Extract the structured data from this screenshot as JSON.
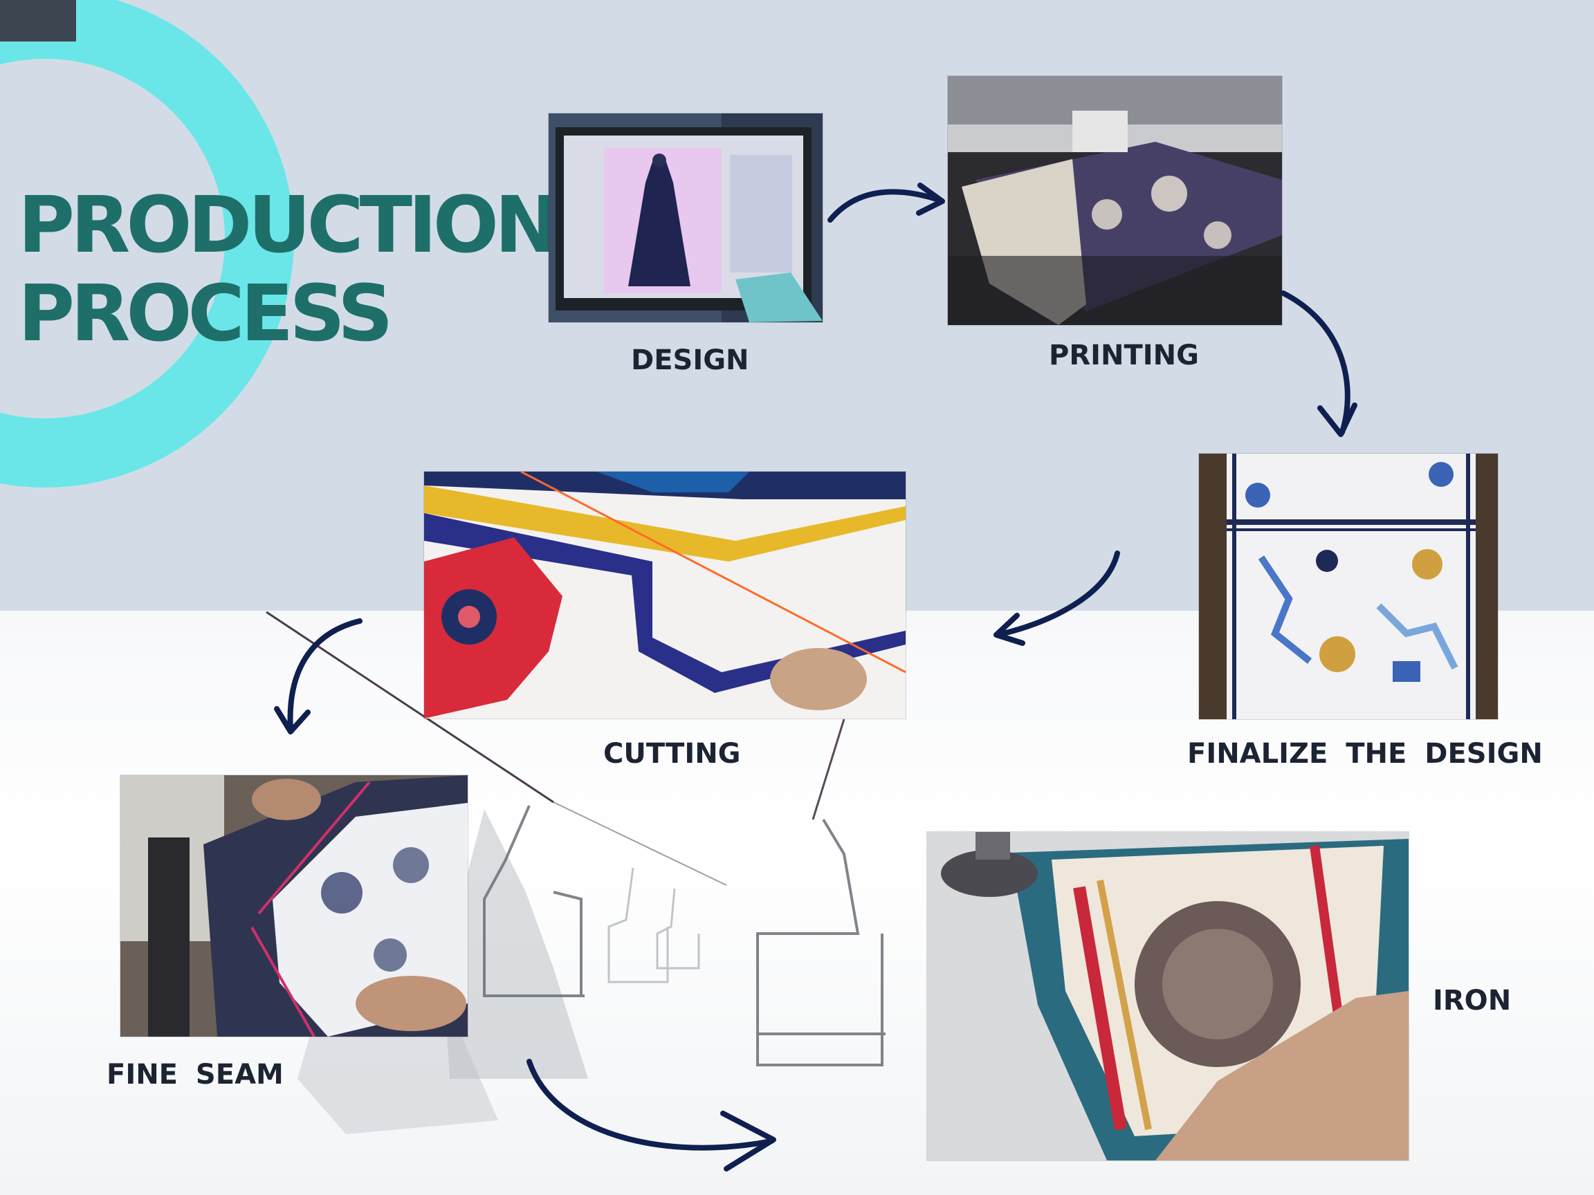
{
  "title": {
    "line1": "PRODUCTION",
    "line2": "PROCESS"
  },
  "colors": {
    "title": "#1e6f6a",
    "ring": "#6ae6e8",
    "background_top": "#d3dce6",
    "arrow": "#0f1f4f",
    "label": "#1c2433"
  },
  "steps": [
    {
      "id": "design",
      "label": "DESIGN"
    },
    {
      "id": "printing",
      "label": "PRINTING"
    },
    {
      "id": "finalize",
      "label": "FINALIZE THE DESIGN"
    },
    {
      "id": "cutting",
      "label": "CUTTING"
    },
    {
      "id": "fine-seam",
      "label": "FINE SEAM"
    },
    {
      "id": "iron",
      "label": "IRON"
    }
  ]
}
